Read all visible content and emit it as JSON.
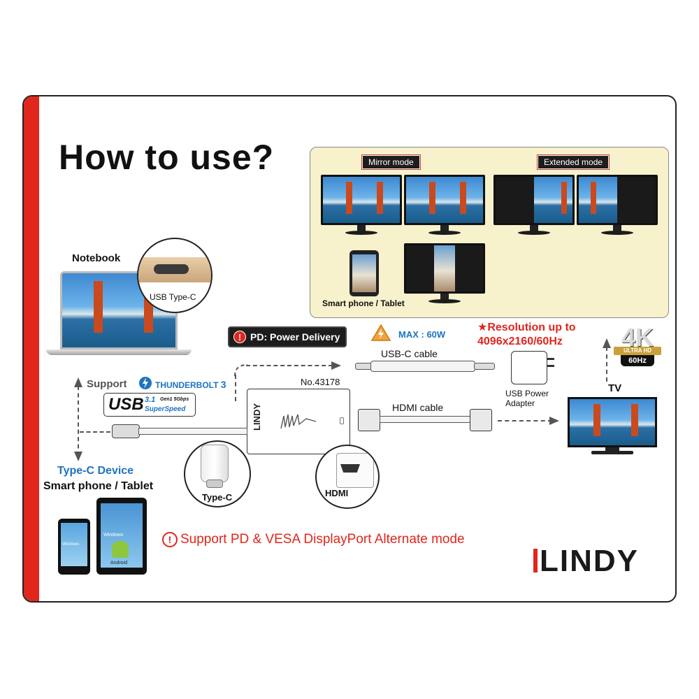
{
  "title": "How to use?",
  "modes": {
    "mirror": "Mirror mode",
    "extended": "Extended mode",
    "phone_label": "Smart phone / Tablet"
  },
  "notebook": {
    "label": "Notebook",
    "port_label": "USB Type-C"
  },
  "pd": {
    "label": "PD: Power Delivery",
    "max": "MAX : 60W"
  },
  "resolution": {
    "line1": "★Resolution up to",
    "line2": "4096x2160/60Hz"
  },
  "badge_4k": {
    "big": "4K",
    "band": "ULTRA HD",
    "rate": "60Hz"
  },
  "cables": {
    "usbc": "USB-C cable",
    "hdmi": "HDMI cable"
  },
  "adapter": {
    "model": "No.43178",
    "brand": "LINDY"
  },
  "power_adapter": {
    "line1": "USB Power",
    "line2": "Adapter"
  },
  "tv_label": "TV",
  "support": {
    "prefix": "Support",
    "tb": "THUNDERBOLT",
    "tb_num": "3",
    "usb_word": "USB",
    "usb_ver": "3.1",
    "usb_gen": "Gen1 5Gbps",
    "usb_speed": "SuperSpeed"
  },
  "typec_device": {
    "line1": "Type-C Device",
    "line2": "Smart phone / Tablet"
  },
  "connectors": {
    "typec": "Type-C",
    "hdmi": "HDMI"
  },
  "tablets": {
    "os1": "Windows",
    "os2": "Android"
  },
  "footer_note": "Support PD & VESA DisplayPort Alternate mode",
  "logo": "LINDY",
  "colors": {
    "accent_red": "#e0261d",
    "accent_blue": "#1e73be",
    "panel_bg": "#f7f2cc"
  }
}
